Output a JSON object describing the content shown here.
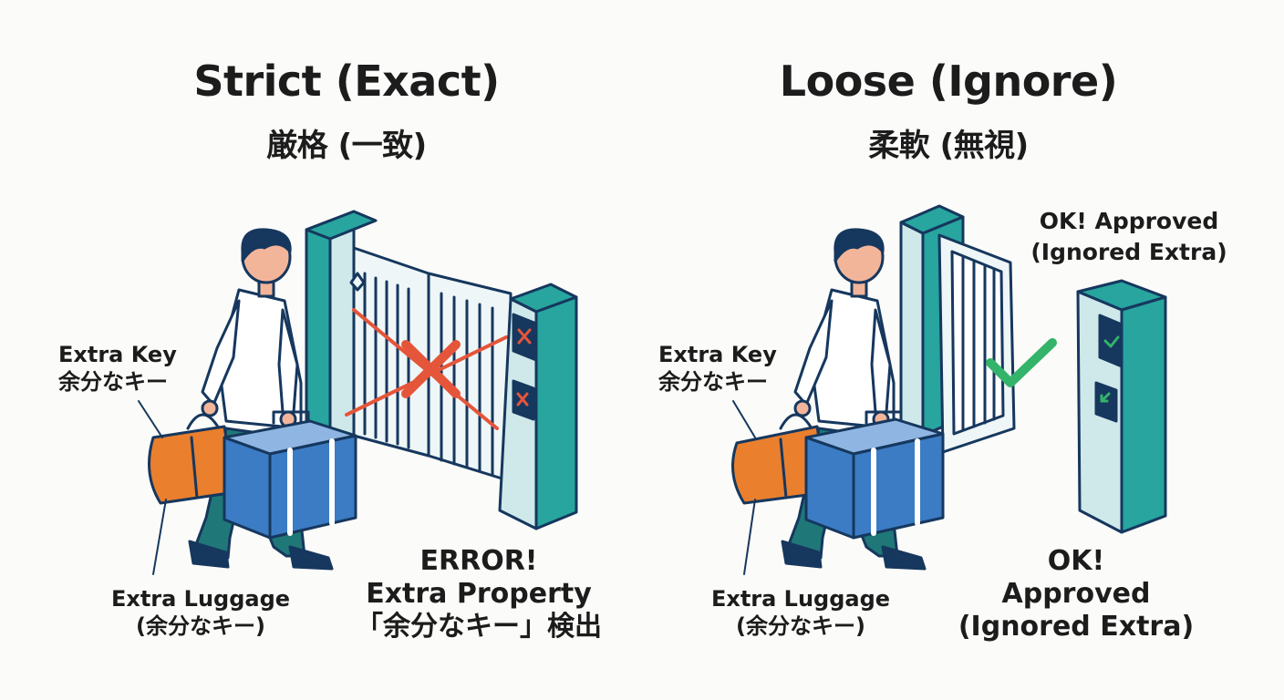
{
  "strict": {
    "title": "Strict (Exact)",
    "title_jp": "厳格 (一致)",
    "extra_key_label": "Extra Key",
    "extra_key_jp": "余分なキー",
    "luggage_label": "Extra Luggage",
    "luggage_jp": "(余分なキー)",
    "error_line1": "ERROR!",
    "error_line2": "Extra Property",
    "error_line3": "「余分なキー」検出"
  },
  "loose": {
    "title": "Loose (Ignore)",
    "title_jp": "柔軟 (無視)",
    "extra_key_label": "Extra Key",
    "extra_key_jp": "余分なキー",
    "luggage_label": "Extra Luggage",
    "luggage_jp": "(余分なキー)",
    "top_ok_line1": "OK! Approved",
    "top_ok_line2": "(Ignored Extra)",
    "ok_line1": "OK!",
    "ok_line2": "Approved",
    "ok_line3": "(Ignored Extra)"
  },
  "colors": {
    "teal": "#27a59e",
    "teal_light": "#cfe9ea",
    "navy": "#16375e",
    "blue_case": "#3b7cc4",
    "orange_bag": "#ea7f2d",
    "error_red": "#e5553a",
    "ok_green": "#34b36a",
    "pants": "#1f7877"
  },
  "icons": {
    "error": "cross-icon",
    "ok": "check-icon"
  }
}
